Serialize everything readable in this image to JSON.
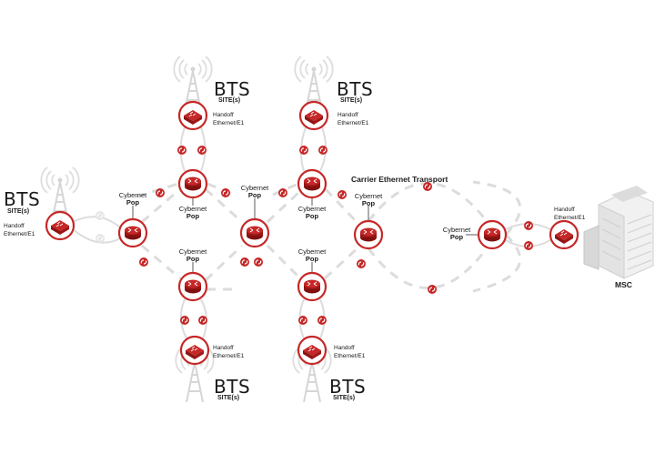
{
  "diagram": {
    "title": "Carrier Ethernet Transport",
    "colors": {
      "node_ring": "#c62828",
      "node_fill": "#b71c1c",
      "link": "#dcdcdc",
      "tower": "#d9d9d9",
      "text": "#1a1a1a"
    },
    "bts_sites": [
      {
        "id": "bts-left",
        "label": "BTS",
        "sub": "SITE(s)",
        "handoff1": "Handoff",
        "handoff2": "Ethernet/E1"
      },
      {
        "id": "bts-top-left",
        "label": "BTS",
        "sub": "SITE(s)",
        "handoff1": "Handoff",
        "handoff2": "Ethernet/E1"
      },
      {
        "id": "bts-top-right",
        "label": "BTS",
        "sub": "SITE(s)",
        "handoff1": "Handoff",
        "handoff2": "Ethernet/E1"
      },
      {
        "id": "bts-bottom-left",
        "label": "BTS",
        "sub": "SITE(s)",
        "handoff1": "Handoff",
        "handoff2": "Ethernet/E1"
      },
      {
        "id": "bts-bottom-right",
        "label": "BTS",
        "sub": "SITE(s)",
        "handoff1": "Handoff",
        "handoff2": "Ethernet/E1"
      }
    ],
    "pop_label": {
      "line1": "Cybernet",
      "line2": "Pop"
    },
    "msc": {
      "label": "MSC",
      "handoff1": "Handoff",
      "handoff2": "Ethernet/E1"
    }
  }
}
